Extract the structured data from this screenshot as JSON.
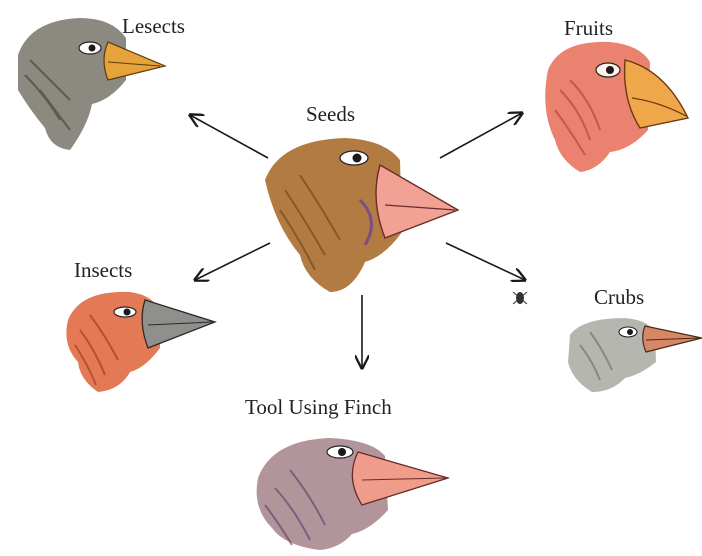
{
  "labels": {
    "top_left": "Lesects",
    "center": "Seeds",
    "top_right": "Fruits",
    "mid_left": "Insects",
    "mid_right": "Crubs",
    "bottom": "Tool Using Finch"
  },
  "colors": {
    "arrow": "#1a1a1a",
    "center_bird": "#a0652a",
    "top_left_bird": "#7d7a72",
    "top_right_bird": "#e06a5c",
    "mid_left_bird": "#d8603a",
    "mid_right_bird": "#a9a9a2",
    "bottom_bird": "#a07c86"
  }
}
